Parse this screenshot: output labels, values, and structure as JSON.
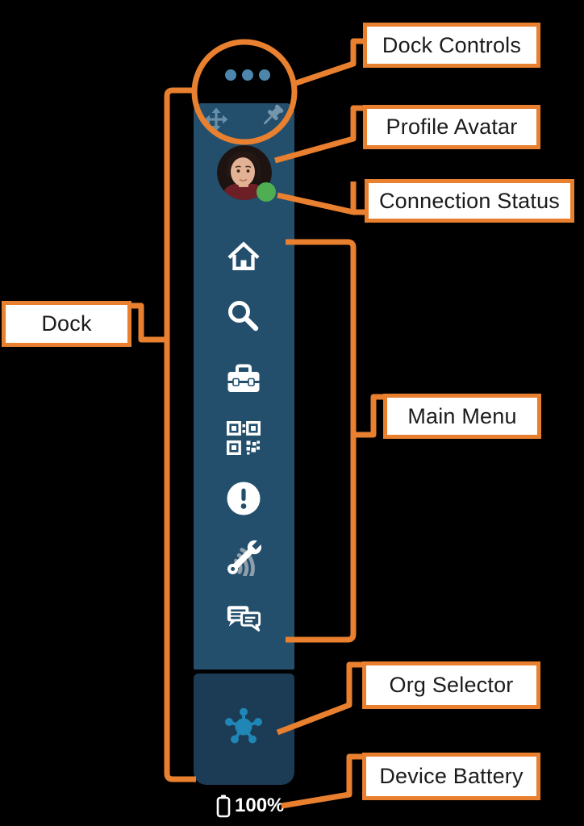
{
  "annotations": {
    "dock_controls": "Dock Controls",
    "profile_avatar": "Profile Avatar",
    "connection_status": "Connection Status",
    "dock": "Dock",
    "main_menu": "Main Menu",
    "org_selector": "Org Selector",
    "device_battery": "Device Battery"
  },
  "dock": {
    "controls": [
      "move-handle",
      "pin"
    ],
    "overflow_dots_count": 3,
    "main_menu_icons": [
      "home",
      "search",
      "toolbox",
      "qr-code",
      "alerts",
      "service-tools",
      "chat"
    ],
    "org_selector_icon": "org-hub",
    "battery": {
      "percent": "100%"
    }
  },
  "colors": {
    "annotation_orange": "#E8802F",
    "dock_blue": "#234F6D",
    "org_section_blue": "#1C3B54",
    "hub_teal": "#1F86B5",
    "status_green": "#4FAE51",
    "dot_steel_blue": "#4C86AC",
    "background": "#000000"
  }
}
